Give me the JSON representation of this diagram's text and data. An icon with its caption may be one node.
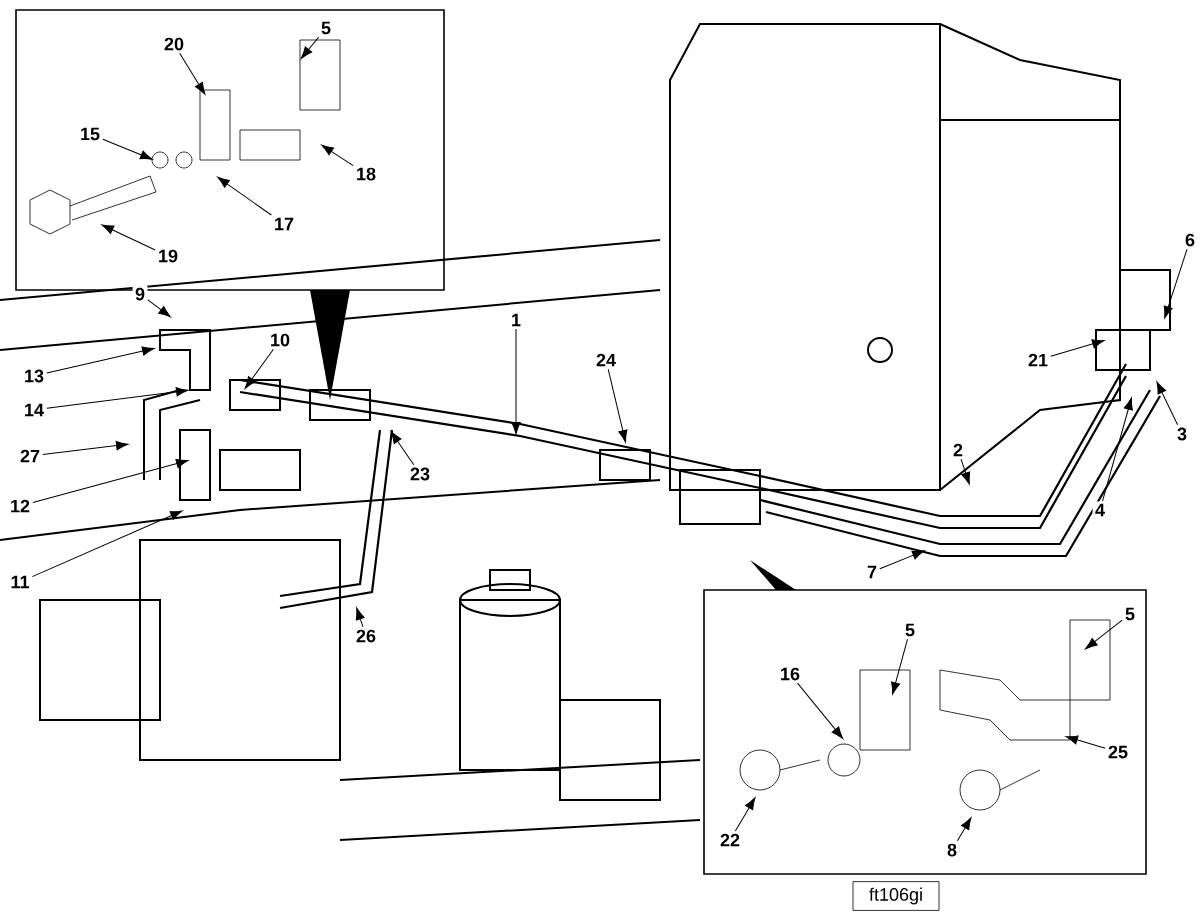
{
  "diagram": {
    "nodes": [
      {
        "text": [
          "5"
        ]
      },
      {
        "text": [
          "20"
        ]
      },
      {
        "text": [
          "15"
        ]
      },
      {
        "text": [
          "18"
        ]
      },
      {
        "text": [
          "17"
        ]
      },
      {
        "text": [
          "19"
        ]
      },
      {
        "text": [
          "6"
        ]
      },
      {
        "text": [
          "9"
        ]
      },
      {
        "text": [
          "1"
        ]
      },
      {
        "text": [
          "10"
        ]
      },
      {
        "text": [
          "24"
        ]
      },
      {
        "text": [
          "21"
        ]
      },
      {
        "text": [
          "13"
        ]
      },
      {
        "text": [
          "14"
        ]
      },
      {
        "text": [
          "3"
        ]
      },
      {
        "text": [
          "2"
        ]
      },
      {
        "text": [
          "27"
        ]
      },
      {
        "text": [
          "23"
        ]
      },
      {
        "text": [
          "12"
        ]
      },
      {
        "text": [
          "4"
        ]
      },
      {
        "text": [
          "7"
        ]
      },
      {
        "text": [
          "11"
        ]
      },
      {
        "text": [
          "5"
        ]
      },
      {
        "text": [
          "26"
        ]
      },
      {
        "text": [
          "5"
        ]
      },
      {
        "text": [
          "16"
        ]
      },
      {
        "text": [
          "25"
        ]
      },
      {
        "text": [
          "22"
        ]
      },
      {
        "text": [
          "8"
        ]
      }
    ],
    "edges": [
      {
        "from": 0,
        "to": null,
        "arrow": "to"
      },
      {
        "from": 1,
        "to": null,
        "arrow": "to"
      },
      {
        "from": 2,
        "to": null,
        "arrow": "to"
      },
      {
        "from": 3,
        "to": null,
        "arrow": "to"
      },
      {
        "from": 4,
        "to": null,
        "arrow": "to"
      },
      {
        "from": 5,
        "to": null,
        "arrow": "to"
      },
      {
        "from": 6,
        "to": null,
        "arrow": "to"
      },
      {
        "from": 7,
        "to": null,
        "arrow": "to"
      },
      {
        "from": 8,
        "to": null,
        "arrow": "to"
      },
      {
        "from": 9,
        "to": null,
        "arrow": "to"
      },
      {
        "from": 10,
        "to": null,
        "arrow": "to"
      },
      {
        "from": 11,
        "to": null,
        "arrow": "to"
      },
      {
        "from": 12,
        "to": null,
        "arrow": "to"
      },
      {
        "from": 13,
        "to": null,
        "arrow": "to"
      },
      {
        "from": 14,
        "to": null,
        "arrow": "to"
      },
      {
        "from": 15,
        "to": null,
        "arrow": "to"
      },
      {
        "from": 16,
        "to": null,
        "arrow": "to"
      },
      {
        "from": 17,
        "to": null,
        "arrow": "to"
      },
      {
        "from": 18,
        "to": null,
        "arrow": "to"
      },
      {
        "from": 19,
        "to": null,
        "arrow": "to"
      },
      {
        "from": 20,
        "to": null,
        "arrow": "to"
      },
      {
        "from": 21,
        "to": null,
        "arrow": "to"
      },
      {
        "from": 22,
        "to": null,
        "arrow": "to"
      },
      {
        "from": 23,
        "to": null,
        "arrow": "to"
      },
      {
        "from": 24,
        "to": null,
        "arrow": "to"
      },
      {
        "from": 25,
        "to": null,
        "arrow": "to"
      },
      {
        "from": 26,
        "to": null,
        "arrow": "to"
      },
      {
        "from": 27,
        "to": null,
        "arrow": "to"
      },
      {
        "from": 28,
        "to": null,
        "arrow": "to"
      }
    ],
    "labels": [
      "ft106gi"
    ]
  }
}
